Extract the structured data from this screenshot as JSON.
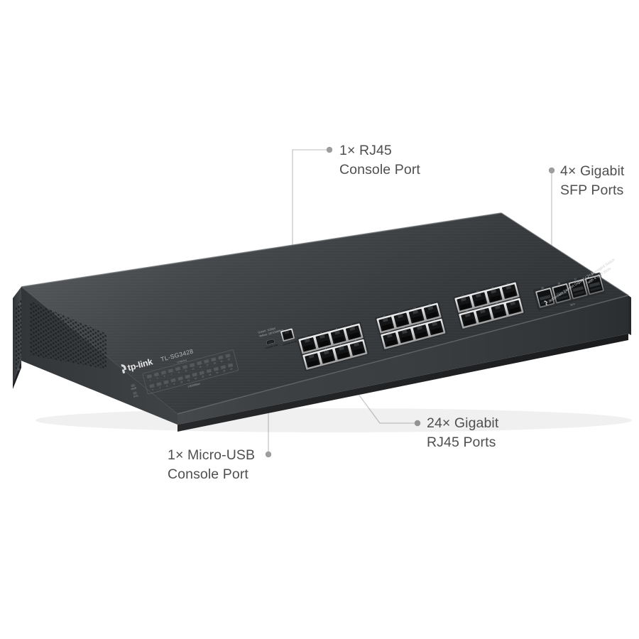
{
  "product": {
    "brand": "tp-link",
    "model": "TL-SG3428",
    "panel_description_line1": "JetStream 24-Port Gigabit L2+ Managed Switch",
    "panel_description_line2": "with 4 SFP Slots",
    "console_rj45_label": "Console RJ-45",
    "console_usb_label": "Console USB",
    "led_group_label": "Link/Act",
    "led_speed_label": "1000Mbps",
    "led_power_label": "PWR",
    "led_sys_label": "SYS",
    "led_legend_line1": "Green: 1Gbps",
    "led_legend_line2": "Yellow: 10/100Mbps",
    "sfp_group_label": "SFP"
  },
  "callouts": [
    {
      "id": "rj45-console",
      "line1": "1× RJ45",
      "line2": "Console Port"
    },
    {
      "id": "sfp-ports",
      "line1": "4× Gigabit",
      "line2": "SFP Ports"
    },
    {
      "id": "rj45-ports",
      "line1": "24× Gigabit",
      "line2": "RJ45 Ports"
    },
    {
      "id": "usb-console",
      "line1": "1× Micro-USB",
      "line2": "Console Port"
    }
  ],
  "colors": {
    "background": "#ffffff",
    "text": "#4f4f4f",
    "leader_line": "#c9c9c9",
    "leader_dot": "#9a9a9a",
    "chassis_top": "#3a3c3e",
    "chassis_front": "#3f4143",
    "chassis_side": "#4a4c4e",
    "port_metal": "#d8d8d8",
    "port_hole": "#1a1a1a"
  },
  "port_counts": {
    "rj45_total": 24,
    "rj45_groups": 3,
    "rj45_per_group": 8,
    "rj45_rows": 2,
    "rj45_cols_per_group": 4,
    "sfp_total": 4
  },
  "rj45_port_numbers": [
    "1",
    "3",
    "5",
    "7",
    "9",
    "11",
    "13",
    "15",
    "17",
    "19",
    "21",
    "23",
    "2",
    "4",
    "6",
    "8",
    "10",
    "12",
    "14",
    "16",
    "18",
    "20",
    "22",
    "24"
  ],
  "sfp_port_numbers": [
    "25",
    "26",
    "27",
    "28"
  ]
}
